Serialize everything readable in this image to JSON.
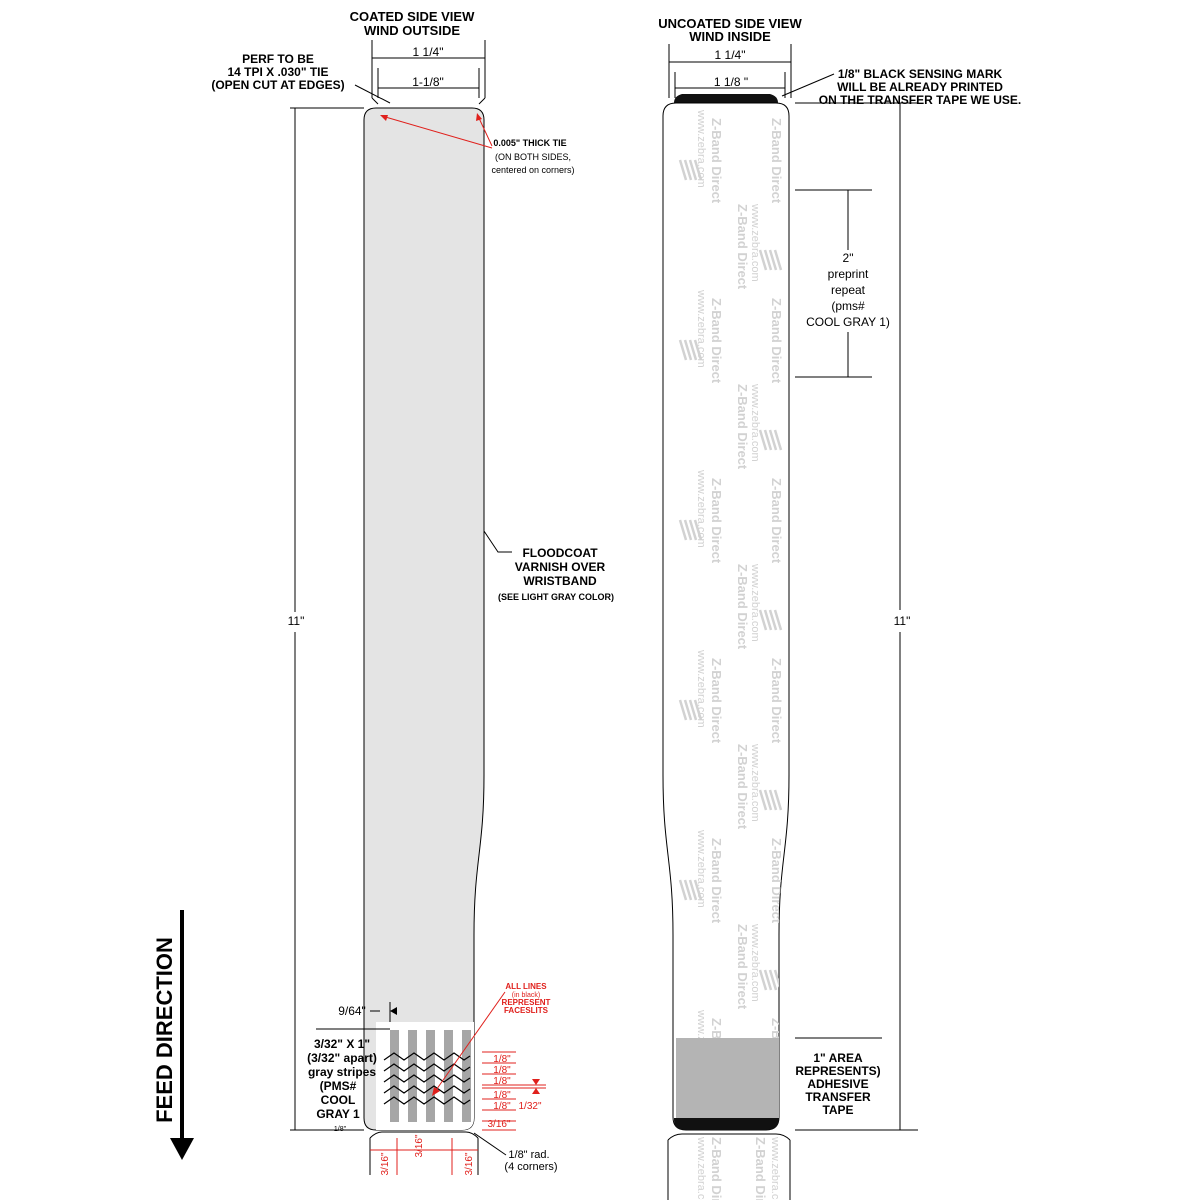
{
  "left_view": {
    "title_line1": "COATED SIDE VIEW",
    "title_line2": "WIND OUTSIDE",
    "width_overall": "1 1/4\"",
    "width_inner": "1-1/8\"",
    "perf_line1": "PERF TO BE",
    "perf_line2": "14 TPI X .030\" TIE",
    "perf_line3": "(OPEN CUT AT EDGES)",
    "tie_line1": "0.005\" THICK TIE",
    "tie_line2": "(ON BOTH SIDES,",
    "tie_line3": "centered on corners)",
    "floodcoat_line1": "FLOODCOAT",
    "floodcoat_line2": "VARNISH OVER",
    "floodcoat_line3": "WRISTBAND",
    "floodcoat_line4": "(SEE LIGHT GRAY COLOR)",
    "length": "11\"",
    "inset": "9/64\"",
    "stripes_line1": "3/32\" X 1\"",
    "stripes_line2": "(3/32\" apart)",
    "stripes_line3": "gray stripes",
    "stripes_line4": "(PMS#",
    "stripes_line5": "COOL",
    "stripes_line6": "GRAY 1",
    "small_bottom": "1/8\"",
    "alllines_line1": "ALL LINES",
    "alllines_line2": "(in black)",
    "alllines_line3": "REPRESENT",
    "alllines_line4": "FACESLITS",
    "eighth_1": "1/8\"",
    "eighth_2": "1/8\"",
    "eighth_3": "1/8\"",
    "eighth_4": "1/8\"",
    "eighth_5": "1/8\"",
    "thirty_second": "1/32\"",
    "sixteenth_right": "3/16\"",
    "bottom_dim_1": "3/16\"",
    "bottom_dim_2": "3/16\"",
    "bottom_dim_3": "3/16\"",
    "radius_line1": "1/8\" rad.",
    "radius_line2": "(4 corners)"
  },
  "right_view": {
    "title_line1": "UNCOATED SIDE VIEW",
    "title_line2": "WIND INSIDE",
    "width_overall": "1 1/4\"",
    "width_inner": "1 1/8 \"",
    "mark_line1": "1/8\" BLACK SENSING MARK",
    "mark_line2": "WILL BE ALREADY PRINTED",
    "mark_line3": "ON THE TRANSFER TAPE WE USE.",
    "repeat_line1": "2\"",
    "repeat_line2": "preprint",
    "repeat_line3": "repeat",
    "repeat_line4": "(pms#",
    "repeat_line5": "COOL GRAY 1)",
    "length": "11\"",
    "tape_line1": "1\" AREA",
    "tape_line2": "REPRESENTS)",
    "tape_line3": "ADHESIVE",
    "tape_line4": "TRANSFER",
    "tape_line5": "TAPE",
    "watermark_brand": "Z-Band Direct",
    "watermark_url": "www.zebra.com"
  },
  "feed": {
    "label": "FEED DIRECTION"
  },
  "colors": {
    "floodcoat_fill": "#e4e4e4",
    "stripe_fill": "#a6a6a6",
    "tape_fill": "#b4b4b4",
    "annotation_red": "#e0201c",
    "watermark_gray": "#d2d2d2",
    "sensing_mark": "#111111"
  }
}
